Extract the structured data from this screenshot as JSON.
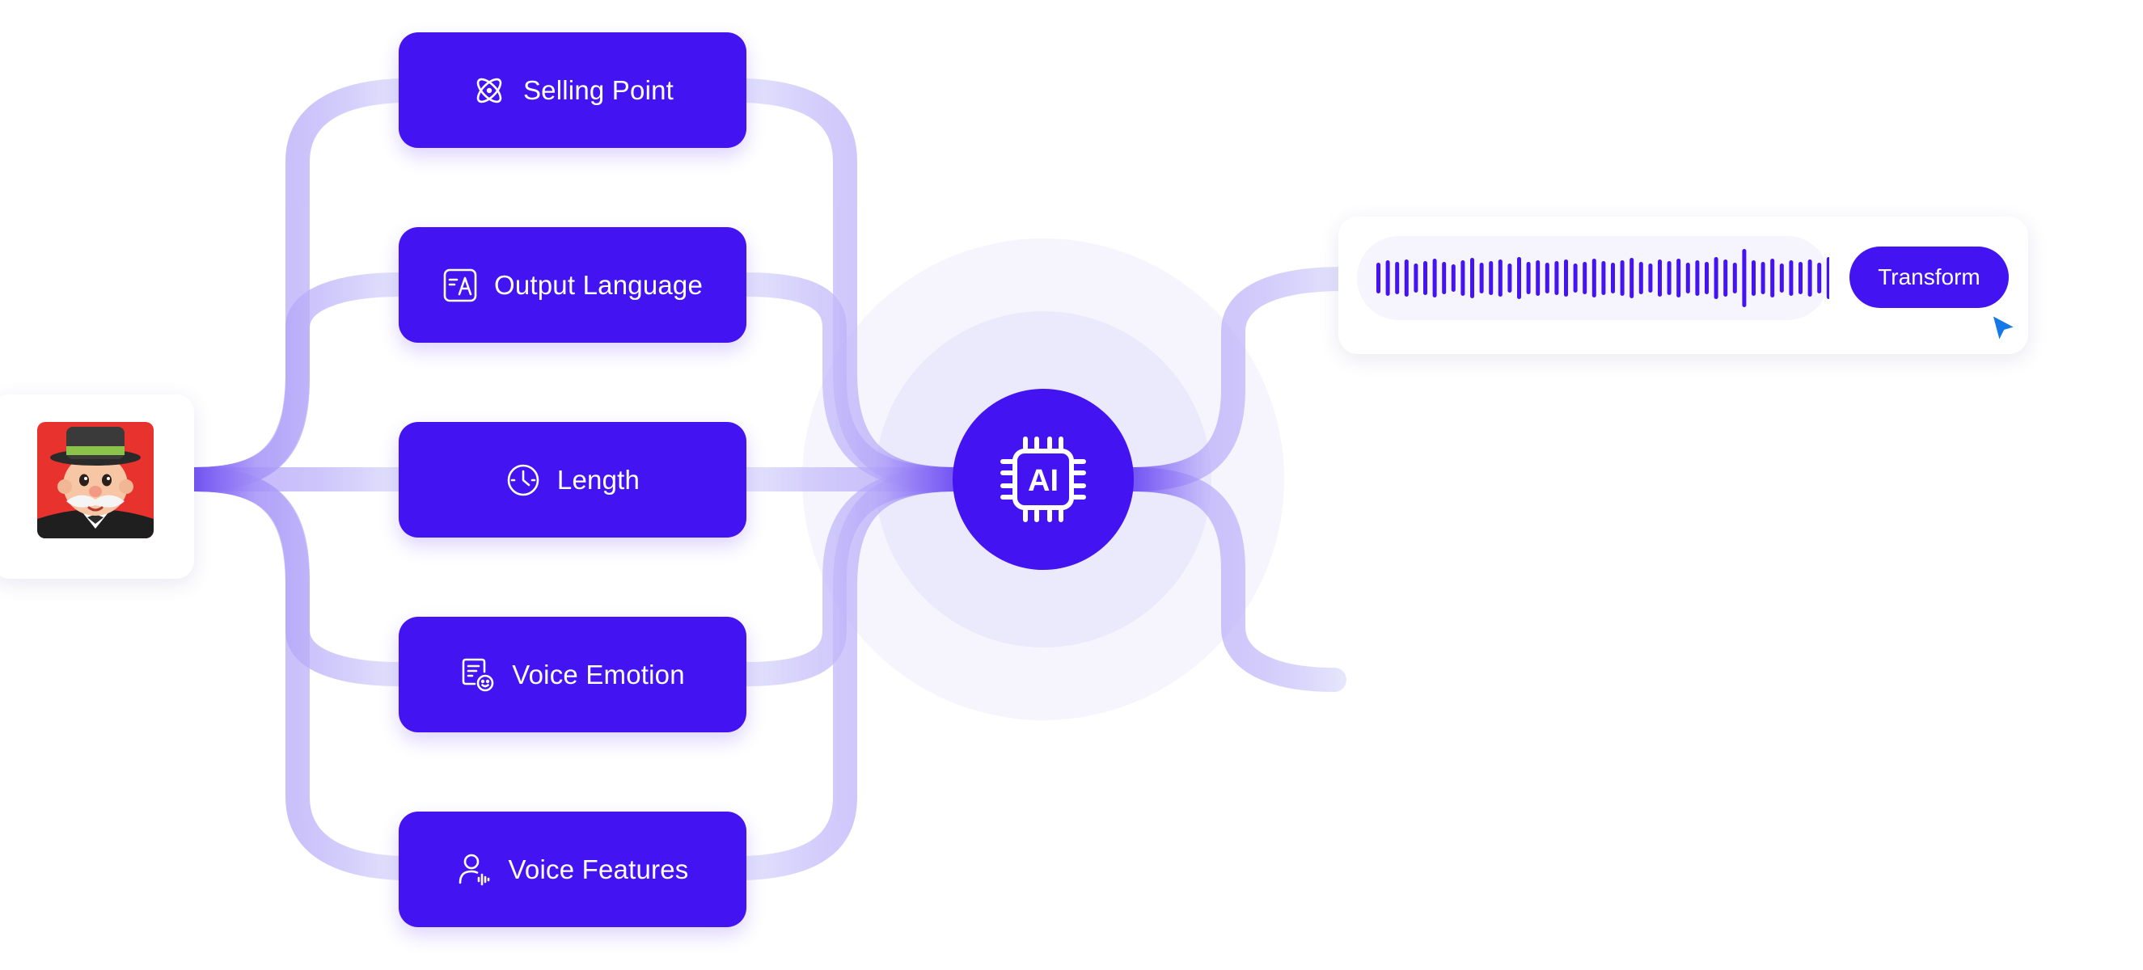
{
  "features": [
    {
      "label": "Selling Point",
      "icon": "atom-icon"
    },
    {
      "label": "Output Language",
      "icon": "translate-icon"
    },
    {
      "label": "Length",
      "icon": "clock-icon"
    },
    {
      "label": "Voice Emotion",
      "icon": "emotion-icon"
    },
    {
      "label": "Voice Features",
      "icon": "voice-user-icon"
    }
  ],
  "ai_hub": {
    "label": "AI",
    "icon": "ai-chip-icon"
  },
  "output": {
    "transform_label": "Transform",
    "icon": "audio-waveform-icon"
  },
  "colors": {
    "primary": "#4413f2",
    "connector": "#e3e3fc",
    "halo_outer": "#f6f5fd",
    "halo_inner": "#ebe9fc",
    "cursor": "#1478e8",
    "avatar_bg": "#e8322e"
  }
}
